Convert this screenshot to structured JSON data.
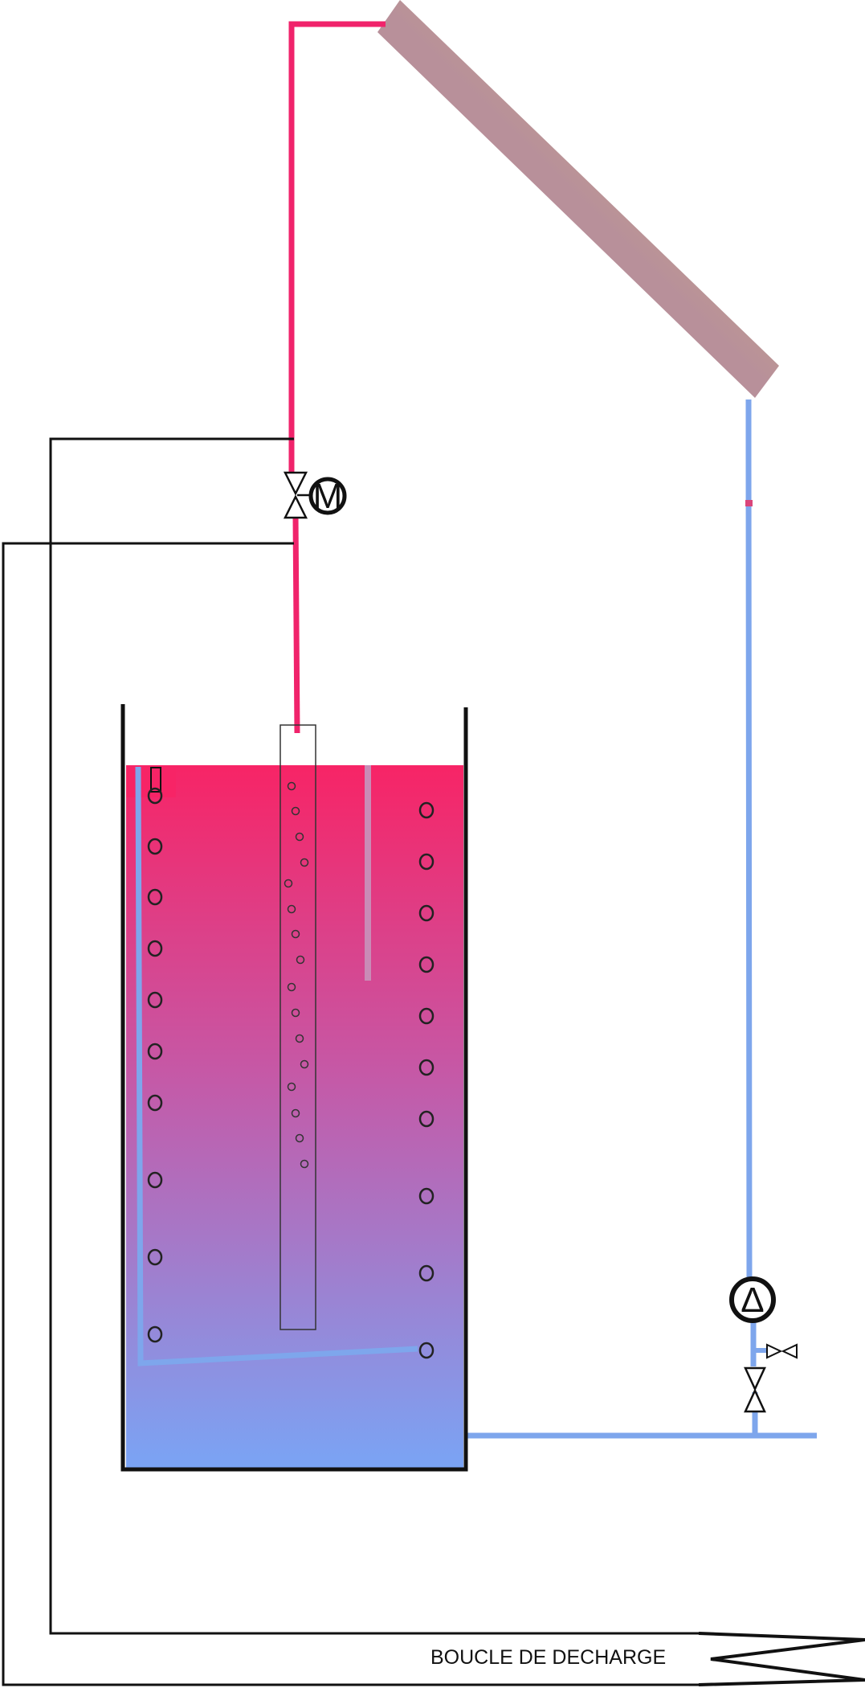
{
  "diagram": {
    "loop_label": "BOUCLE DE DECHARGE",
    "motor_valve_symbol": "M",
    "pump_symbol": "Δ",
    "colors": {
      "hot": "#f0236b",
      "cold": "#7ea6ec",
      "collector_top": "#f0f03c",
      "collector_bottom": "#b8909a",
      "wire": "#111111",
      "tank_hot": "#f72466",
      "tank_cold": "#7aa4f5"
    },
    "icons": [
      "solar-collector",
      "motor-valve-icon",
      "pump-icon",
      "valve-icon",
      "drain-valve-icon",
      "zigzag-loop-icon"
    ]
  }
}
